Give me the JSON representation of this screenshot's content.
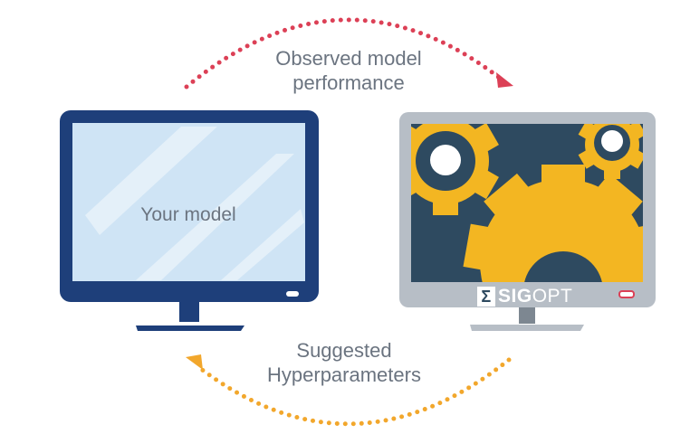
{
  "arrows": {
    "top_label_line1": "Observed model",
    "top_label_line2": "performance",
    "bottom_label_line1": "Suggested",
    "bottom_label_line2": "Hyperparameters"
  },
  "left_monitor": {
    "screen_label": "Your model"
  },
  "right_monitor": {
    "brand_mark": "Σ",
    "brand_sig": "SIG",
    "brand_opt": "OPT"
  },
  "colors": {
    "top_arrow": "#dc4056",
    "bottom_arrow": "#f2a72c",
    "left_monitor_frame": "#1e3f7a",
    "left_screen": "#cfe4f5",
    "right_monitor_frame": "#b7bec6",
    "right_screen": "#2e4a60",
    "gear": "#f3b622"
  }
}
